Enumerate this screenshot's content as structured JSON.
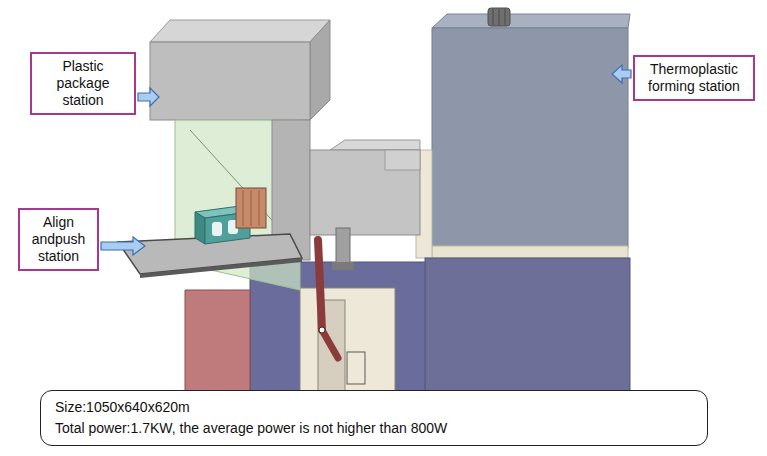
{
  "diagram": {
    "nodes": [
      {
        "text": [
          "Plastic package station"
        ]
      },
      {
        "text": [
          "Align andpush station"
        ]
      },
      {
        "text": [
          "Thermoplastic forming station"
        ]
      },
      {
        "text": [
          "Size:1050x640x620m",
          "Total power:1.7KW, the average power is not higher than 800W"
        ]
      }
    ]
  }
}
